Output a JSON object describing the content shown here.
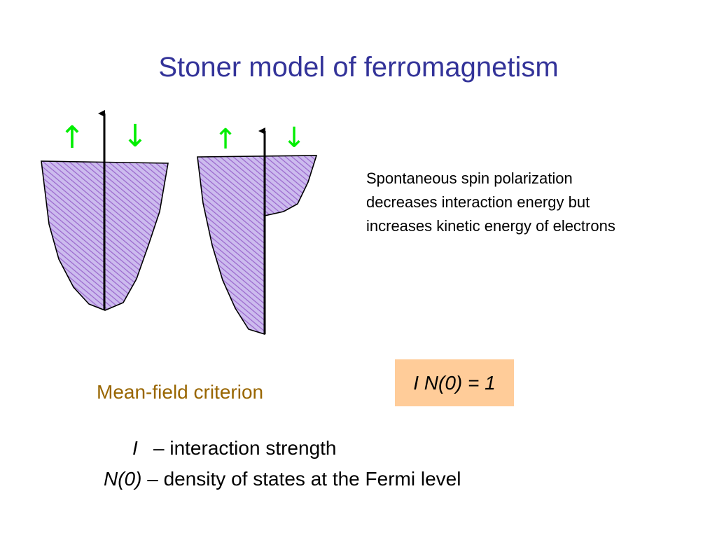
{
  "slide": {
    "title": "Stoner model of ferromagnetism",
    "description": "Spontaneous spin polarization decreases interaction energy but increases kinetic energy of electrons",
    "criterion_label": "Mean-field criterion",
    "formula": "I N(0) = 1",
    "definitions": [
      {
        "symbol": "I",
        "text": "– interaction strength"
      },
      {
        "symbol": "N(0)",
        "text": "– density of states at the Fermi level"
      }
    ]
  },
  "diagram": {
    "spin_up_symbol": "↑",
    "spin_down_symbol": "↓",
    "band_fill_color": "#ccbbee",
    "hatch_color": "#9966cc",
    "spin_arrow_color": "#00ee00"
  }
}
